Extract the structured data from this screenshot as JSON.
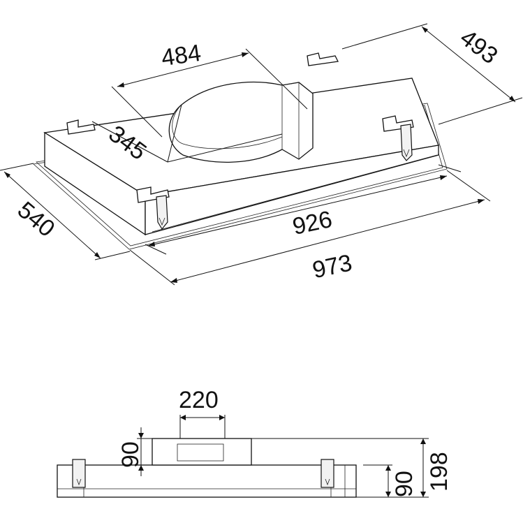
{
  "dimensions": {
    "width_outer": "973",
    "width_inner": "926",
    "depth_outer": "540",
    "depth_inner": "493",
    "cutout_width": "484",
    "cutout_depth": "345",
    "outlet_width": "220",
    "outlet_height": "90",
    "total_height": "198",
    "body_height": "90"
  },
  "colors": {
    "line": "#111111",
    "background": "#ffffff"
  }
}
